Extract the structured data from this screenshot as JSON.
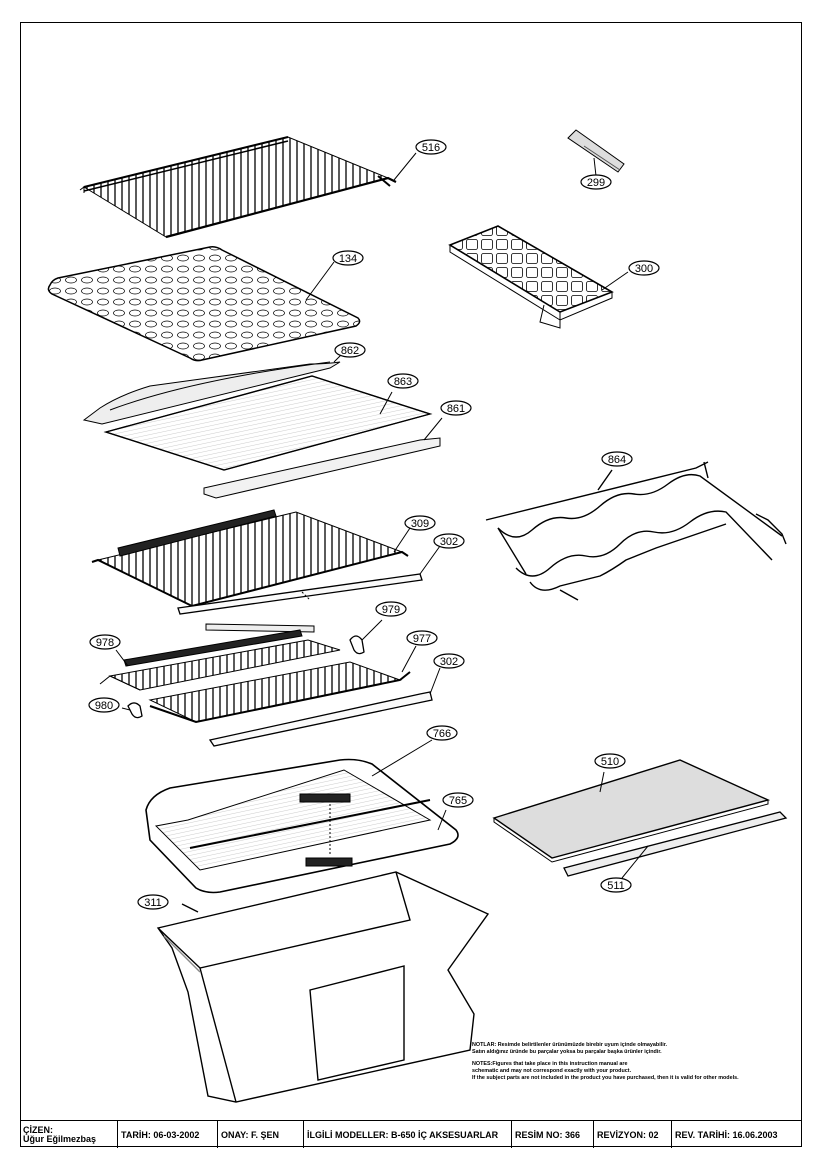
{
  "parts": [
    {
      "id": "p516",
      "number": "516"
    },
    {
      "id": "p299",
      "number": "299"
    },
    {
      "id": "p134",
      "number": "134"
    },
    {
      "id": "p300",
      "number": "300"
    },
    {
      "id": "p862",
      "number": "862"
    },
    {
      "id": "p863",
      "number": "863"
    },
    {
      "id": "p861",
      "number": "861"
    },
    {
      "id": "p864",
      "number": "864"
    },
    {
      "id": "p309",
      "number": "309"
    },
    {
      "id": "p302a",
      "number": "302"
    },
    {
      "id": "p979",
      "number": "979"
    },
    {
      "id": "p978",
      "number": "978"
    },
    {
      "id": "p977",
      "number": "977"
    },
    {
      "id": "p302b",
      "number": "302"
    },
    {
      "id": "p980",
      "number": "980"
    },
    {
      "id": "p766",
      "number": "766"
    },
    {
      "id": "p510",
      "number": "510"
    },
    {
      "id": "p765",
      "number": "765"
    },
    {
      "id": "p511",
      "number": "511"
    },
    {
      "id": "p311",
      "number": "311"
    }
  ],
  "notes": {
    "tr_line1": "NOTLAR: Resimde belirtilenler ürünümüzde birebir uyum içinde olmayabilir.",
    "tr_line2": "Satın aldığınız üründe bu parçalar yoksa bu parçalar başka ürünler içindir.",
    "en_line1": "NOTES:Figures that take place in this instruction manual are",
    "en_line2": "schematic and may not correspond exactly with your product.",
    "en_line3": "If the subject parts are not included in the product you have purchased, then it is valid for other models."
  },
  "title_block": {
    "drawn_by_label": "ÇİZEN:",
    "drawn_by": "Uğur Eğilmezbaş",
    "date": "TARİH: 06-03-2002",
    "approved": "ONAY: F. ŞEN",
    "models": "İLGİLİ MODELLER: B-650 İÇ AKSESUARLAR",
    "drawing_no": "RESİM NO: 366",
    "revision": "REVİZYON: 02",
    "revision_date": "REV. TARİHİ: 16.06.2003"
  }
}
